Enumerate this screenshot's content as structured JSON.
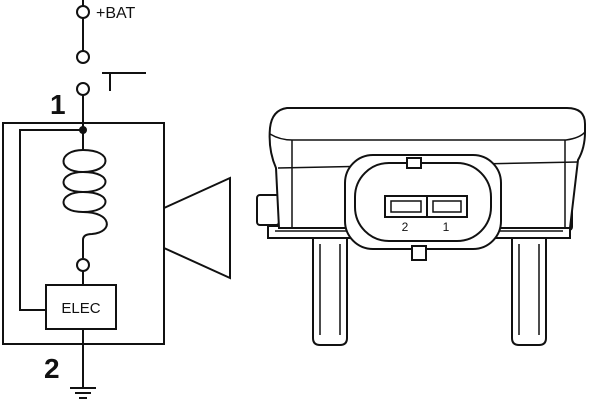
{
  "schematic": {
    "supply_label": "+BAT",
    "pin1_label": "1",
    "pin2_label": "2",
    "module_label": "ELEC"
  },
  "connector": {
    "pin_label_left": "2",
    "pin_label_right": "1"
  }
}
